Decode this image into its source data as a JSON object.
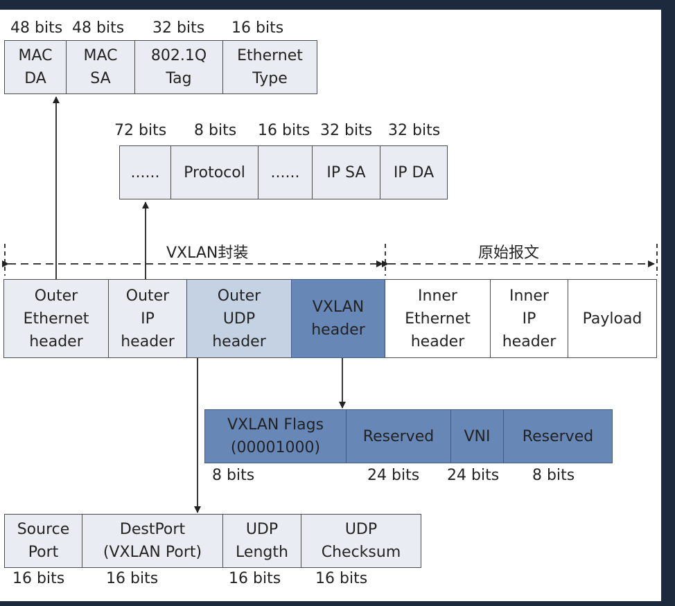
{
  "eth_fields": {
    "bits": [
      "48 bits",
      "48 bits",
      "32 bits",
      "16 bits"
    ],
    "cells": [
      "MAC\nDA",
      "MAC\nSA",
      "802.1Q\nTag",
      "Ethernet\nType"
    ]
  },
  "ip_fields": {
    "bits": [
      "72 bits",
      "8 bits",
      "16 bits",
      "32 bits",
      "32 bits"
    ],
    "cells": [
      "......",
      "Protocol",
      "......",
      "IP SA",
      "IP DA"
    ]
  },
  "spans": {
    "vxlan_encap": "VXLAN封装",
    "original_packet": "原始报文"
  },
  "main_packet": {
    "cells": [
      "Outer\nEthernet\nheader",
      "Outer\nIP\nheader",
      "Outer\nUDP\nheader",
      "VXLAN\nheader",
      "Inner\nEthernet\nheader",
      "Inner\nIP\nheader",
      "Payload"
    ]
  },
  "vxlan_fields": {
    "cells": [
      "VXLAN Flags\n(00001000)",
      "Reserved",
      "VNI",
      "Reserved"
    ],
    "bits": [
      "8 bits",
      "24 bits",
      "24 bits",
      "8 bits"
    ]
  },
  "udp_fields": {
    "cells": [
      "Source\nPort",
      "DestPort\n(VXLAN Port)",
      "UDP\nLength",
      "UDP\nChecksum"
    ],
    "bits": [
      "16 bits",
      "16 bits",
      "16 bits",
      "16 bits"
    ]
  },
  "colors": {
    "background": "#1d2a3d",
    "light_cell": "#e9edf3",
    "mid_cell": "#c4d2e3",
    "vxlan_cell": "#6787b7"
  }
}
